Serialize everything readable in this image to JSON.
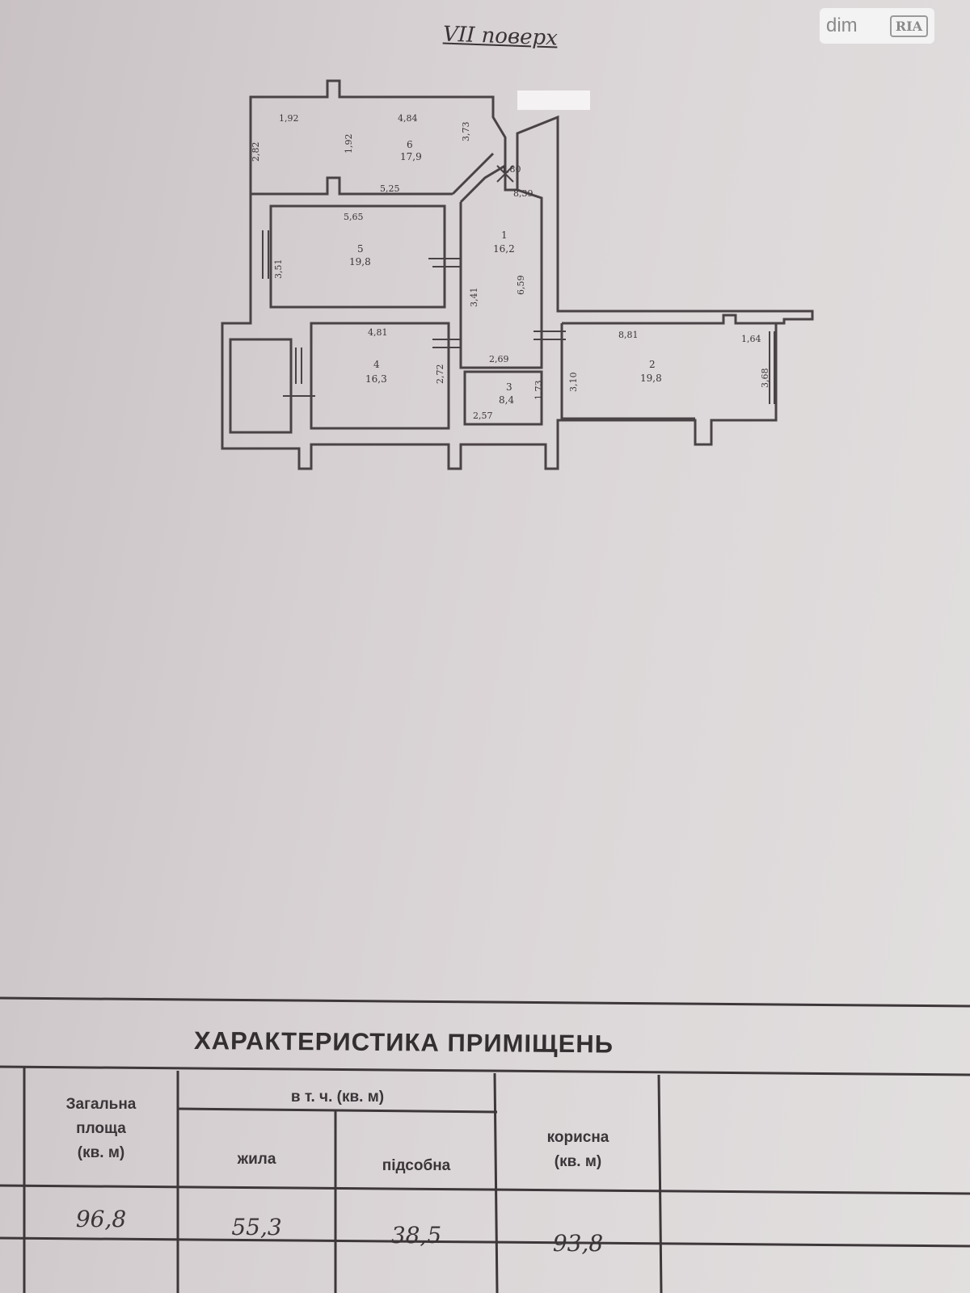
{
  "watermark": {
    "brand": "dim",
    "badge": "RIA"
  },
  "floor_label": "VII поверх",
  "plan": {
    "dims": [
      "1,92",
      "4,84",
      "2,82",
      "1,92",
      "3,73",
      "1,80",
      "5,25",
      "5,65",
      "3,51",
      "8,39",
      "3,41",
      "6,59",
      "4,81",
      "2,72",
      "2,69",
      "1,73",
      "2,57",
      "8,81",
      "1,64",
      "3,10",
      "3,68"
    ],
    "rooms": [
      {
        "n": "6",
        "a": "17,9"
      },
      {
        "n": "5",
        "a": "19,8"
      },
      {
        "n": "1",
        "a": "16,2"
      },
      {
        "n": "4",
        "a": "16,3"
      },
      {
        "n": "3",
        "a": "8,4"
      },
      {
        "n": "2",
        "a": "19,8"
      }
    ]
  },
  "table": {
    "title": "ХАРАКТЕРИСТИКА ПРИМІЩЕНЬ",
    "headers": {
      "total_l1": "Загальна",
      "total_l2": "площа",
      "total_l3": "(кв. м)",
      "incl": "в т. ч. (кв. м)",
      "living": "жила",
      "aux": "підсобна",
      "useful_l1": "корисна",
      "useful_l2": "(кв. м)"
    },
    "values": {
      "total": "96,8",
      "living": "55,3",
      "aux": "38,5",
      "useful": "93,8"
    }
  }
}
